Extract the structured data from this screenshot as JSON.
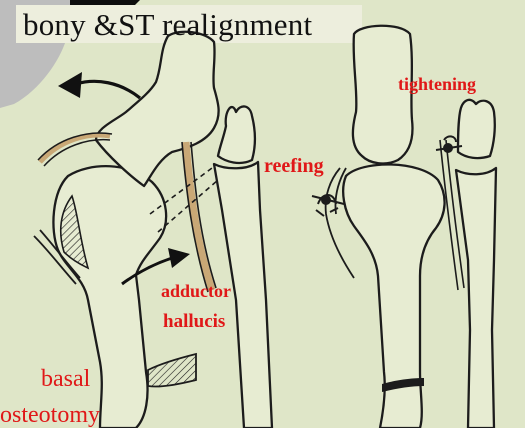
{
  "figure": {
    "title": "bony &ST realignment",
    "annotations": {
      "tightening": "tightening",
      "reefing": "reefing",
      "adductor": "adductor",
      "hallucis": "hallucis",
      "basal": "basal",
      "osteotomy": "osteotomy"
    },
    "colors": {
      "paper": "#dfe6c8",
      "bone_fill": "#e7ecd2",
      "line": "#1c1c1c",
      "tendon": "#c9a876",
      "label_red": "#e01818",
      "title_text": "#111111",
      "dark_background": "#0d0d0d"
    },
    "icons": {
      "left_figure_arrow": "curved-arrow-left-icon",
      "tendon_arrow": "arrow-right-icon",
      "suture": "suture-knot-icon"
    }
  }
}
